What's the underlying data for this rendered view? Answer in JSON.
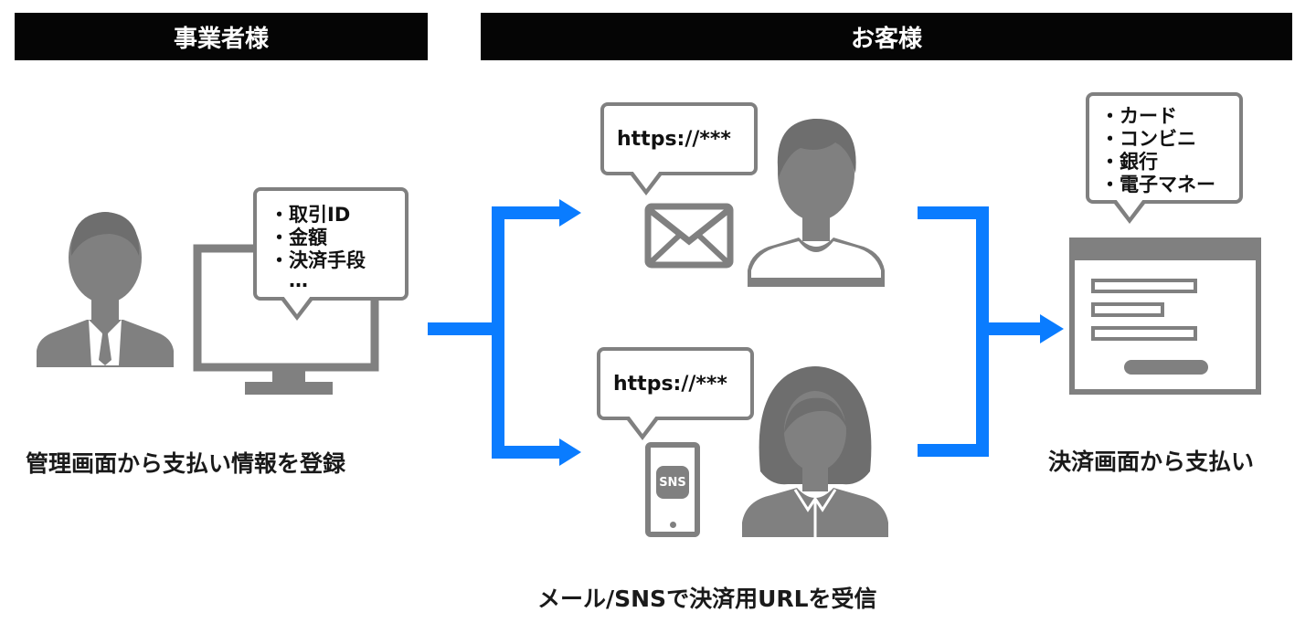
{
  "headers": {
    "business": "事業者様",
    "customer": "お客様"
  },
  "business": {
    "bubble_items": [
      "・取引ID",
      "・金額",
      "・決済手段",
      "　…"
    ],
    "caption": "管理画面から支払い情報を登録"
  },
  "customer": {
    "email_url": "https://***",
    "sns_url": "https://***",
    "phone_label": "SNS",
    "caption": "メール/SNSで決済用URLを受信"
  },
  "payment": {
    "bubble_items": [
      "・カード",
      "・コンビニ",
      "・銀行",
      "・電子マネー"
    ],
    "caption": "決済画面から支払い"
  },
  "colors": {
    "arrow": "#0a7cff",
    "icon": "#808080",
    "header_bg": "#050505"
  }
}
